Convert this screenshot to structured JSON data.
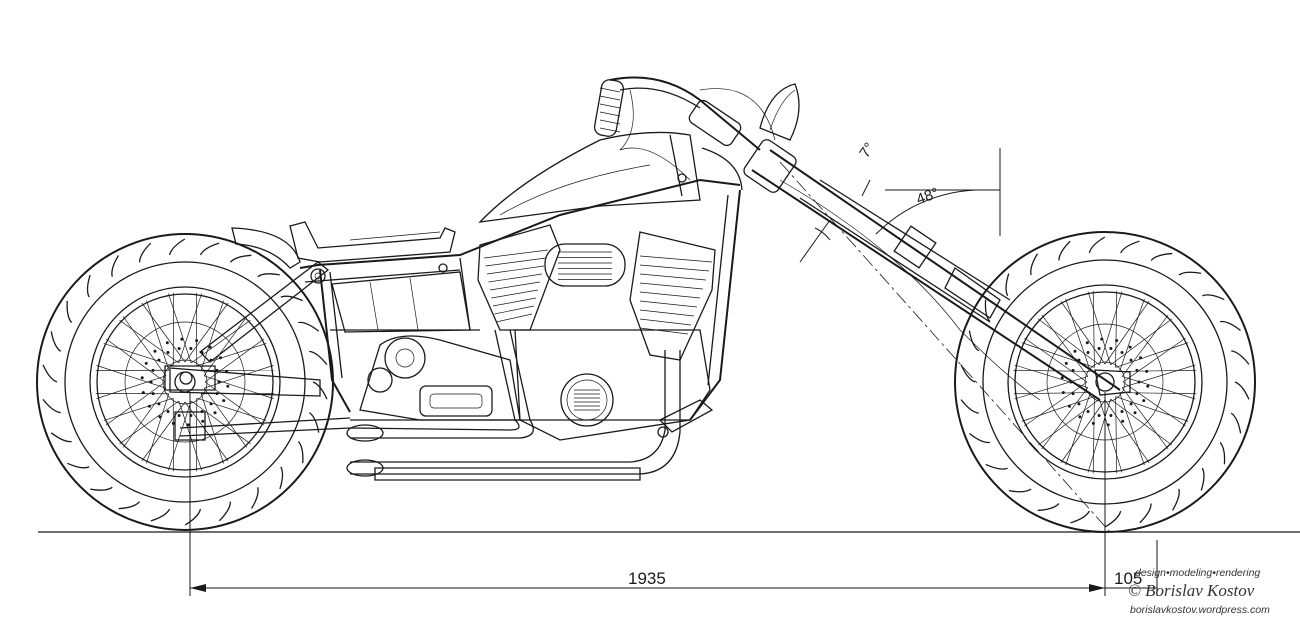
{
  "dimensions": {
    "wheelbase": "1935",
    "trail": "105",
    "rake_angle": "48°",
    "offset_angle": "7°"
  },
  "watermark": {
    "tagline": "design•modeling•rendering",
    "author": "© Borislav Kostov",
    "website": "borislavkostov.wordpress.com"
  },
  "colors": {
    "line": "#1a1a1a",
    "background": "#ffffff"
  }
}
